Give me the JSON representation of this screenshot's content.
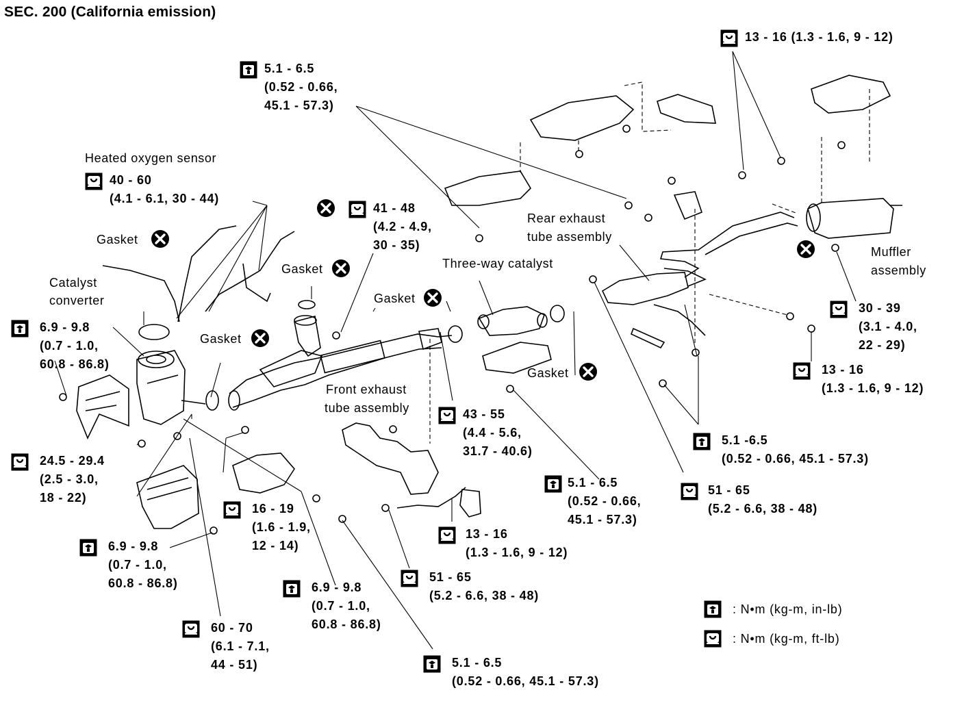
{
  "title": "SEC. 200 (California emission)",
  "labels": {
    "heated_oxygen_sensor": "Heated oxygen sensor",
    "catalyst_converter": [
      "Catalyst",
      "converter"
    ],
    "three_way_catalyst": "Three-way catalyst",
    "front_exhaust_tube": [
      "Front exhaust",
      "tube assembly"
    ],
    "rear_exhaust_tube": [
      "Rear exhaust",
      "tube assembly"
    ],
    "muffler_assembly": [
      "Muffler",
      "assembly"
    ],
    "gasket": "Gasket"
  },
  "torque_specs": [
    {
      "id": "t1",
      "unit_icon": "torque-in-lb-icon",
      "lines": [
        "5.1 - 6.5",
        "(0.52 - 0.66,",
        "45.1 - 57.3)"
      ]
    },
    {
      "id": "t2",
      "unit_icon": "torque-ft-lb-icon",
      "lines": [
        "13 - 16 (1.3 - 1.6, 9 - 12)"
      ]
    },
    {
      "id": "t3",
      "unit_icon": "torque-ft-lb-icon",
      "lines": [
        "40 - 60",
        "(4.1 - 6.1, 30 - 44)"
      ]
    },
    {
      "id": "t4",
      "unit_icon": "torque-ft-lb-icon",
      "lines": [
        "41 - 48",
        "(4.2 - 4.9,",
        "30 - 35)"
      ]
    },
    {
      "id": "t5",
      "unit_icon": "torque-in-lb-icon",
      "lines": [
        "6.9 - 9.8",
        "(0.7 - 1.0,",
        "60.8 - 86.8)"
      ]
    },
    {
      "id": "t6",
      "unit_icon": "torque-ft-lb-icon",
      "lines": [
        "24.5 - 29.4",
        "(2.5 - 3.0,",
        "18 - 22)"
      ]
    },
    {
      "id": "t7",
      "unit_icon": "torque-in-lb-icon",
      "lines": [
        "6.9 - 9.8",
        "(0.7 - 1.0,",
        "60.8 - 86.8)"
      ]
    },
    {
      "id": "t8",
      "unit_icon": "torque-ft-lb-icon",
      "lines": [
        "16 - 19",
        "(1.6 - 1.9,",
        "12 - 14)"
      ]
    },
    {
      "id": "t9",
      "unit_icon": "torque-in-lb-icon",
      "lines": [
        "6.9 - 9.8",
        "(0.7 - 1.0,",
        "60.8 - 86.8)"
      ]
    },
    {
      "id": "t10",
      "unit_icon": "torque-ft-lb-icon",
      "lines": [
        "60 - 70",
        "(6.1 - 7.1,",
        "44 - 51)"
      ]
    },
    {
      "id": "t11",
      "unit_icon": "torque-in-lb-icon",
      "lines": [
        "5.1 - 6.5",
        "(0.52 - 0.66, 45.1 - 57.3)"
      ]
    },
    {
      "id": "t12",
      "unit_icon": "torque-ft-lb-icon",
      "lines": [
        "43 - 55",
        "(4.4 - 5.6,",
        "31.7 - 40.6)"
      ]
    },
    {
      "id": "t13",
      "unit_icon": "torque-ft-lb-icon",
      "lines": [
        "13 - 16",
        "(1.3 - 1.6, 9 - 12)"
      ]
    },
    {
      "id": "t14",
      "unit_icon": "torque-ft-lb-icon",
      "lines": [
        "51 - 65",
        "(5.2 - 6.6, 38 - 48)"
      ]
    },
    {
      "id": "t15",
      "unit_icon": "torque-in-lb-icon",
      "lines": [
        "5.1 - 6.5",
        "(0.52 - 0.66,",
        "45.1 - 57.3)"
      ]
    },
    {
      "id": "t16",
      "unit_icon": "torque-ft-lb-icon",
      "lines": [
        "51 - 65",
        "(5.2 - 6.6, 38 - 48)"
      ]
    },
    {
      "id": "t17",
      "unit_icon": "torque-in-lb-icon",
      "lines": [
        "5.1 -6.5",
        "(0.52 - 0.66, 45.1 - 57.3)"
      ]
    },
    {
      "id": "t18",
      "unit_icon": "torque-ft-lb-icon",
      "lines": [
        "30 - 39",
        "(3.1 - 4.0,",
        "22 - 29)"
      ]
    },
    {
      "id": "t19",
      "unit_icon": "torque-ft-lb-icon",
      "lines": [
        "13 - 16",
        "(1.3 - 1.6, 9 - 12)"
      ]
    }
  ],
  "legend": [
    {
      "icon": "torque-in-lb-icon",
      "text": ": N•m (kg-m, in-lb)"
    },
    {
      "icon": "torque-ft-lb-icon",
      "text": ": N•m (kg-m, ft-lb)"
    }
  ],
  "replace_icon": "do-not-reuse-x-icon"
}
